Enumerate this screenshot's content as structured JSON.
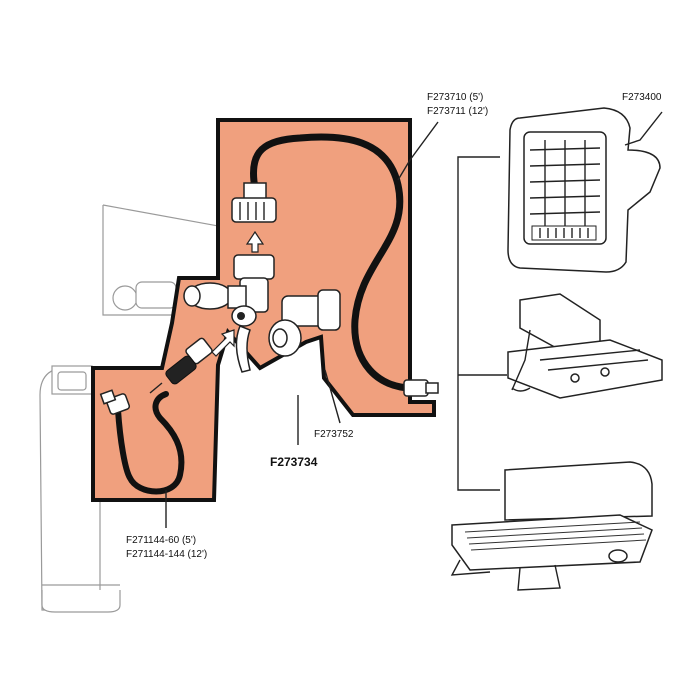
{
  "labels": {
    "hose_long": [
      "F273710 (5')",
      "F273711 (12')"
    ],
    "heater": "F273400",
    "adapter": "F273752",
    "kit": "F273734",
    "hose_tank": [
      "F271144-60 (5')",
      "F271144-144 (12')"
    ]
  },
  "colors": {
    "kit_fill": "#f0a07e",
    "outline": "#111111",
    "light_outline": "#9a9a9a"
  }
}
